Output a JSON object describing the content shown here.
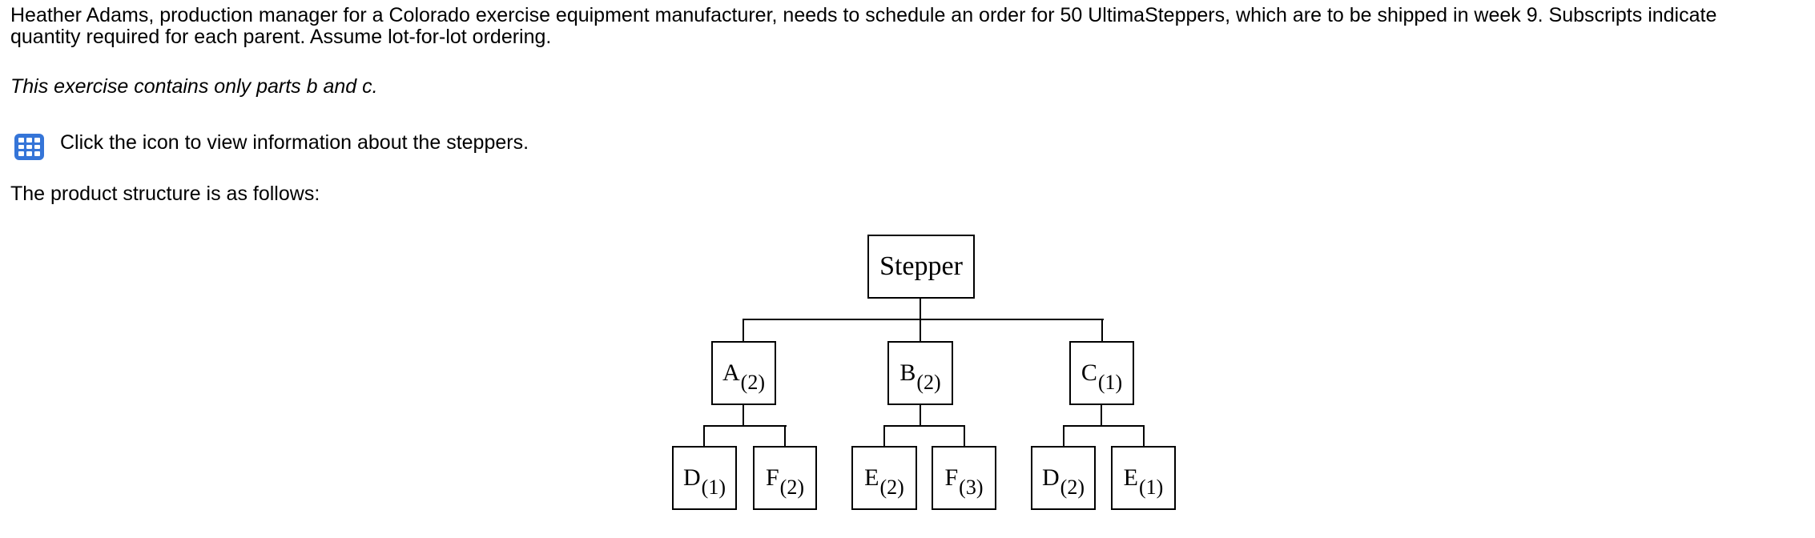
{
  "problem": {
    "line1": "Heather Adams, production manager for a Colorado exercise equipment manufacturer, needs to schedule an order for 50 UltimaSteppers, which are to be shipped in week 9. Subscripts indicate",
    "line2": "quantity required for each parent. Assume lot-for-lot ordering.",
    "note": "This exercise contains only parts b and c.",
    "icon_instruction": "Click the icon to view information about the steppers.",
    "structure_intro": "The product structure is as follows:"
  },
  "icon": {
    "name": "table-icon",
    "color": "#3575d8"
  },
  "diagram": {
    "type": "product-structure-tree",
    "root": {
      "label": "Stepper"
    },
    "level1": [
      {
        "letter": "A",
        "qty": "(2)",
        "parent": "Stepper"
      },
      {
        "letter": "B",
        "qty": "(2)",
        "parent": "Stepper"
      },
      {
        "letter": "C",
        "qty": "(1)",
        "parent": "Stepper"
      }
    ],
    "level2": [
      {
        "letter": "D",
        "qty": "(1)",
        "parent": "A"
      },
      {
        "letter": "F",
        "qty": "(2)",
        "parent": "A"
      },
      {
        "letter": "E",
        "qty": "(2)",
        "parent": "B"
      },
      {
        "letter": "F",
        "qty": "(3)",
        "parent": "B"
      },
      {
        "letter": "D",
        "qty": "(2)",
        "parent": "C"
      },
      {
        "letter": "E",
        "qty": "(1)",
        "parent": "C"
      }
    ]
  }
}
